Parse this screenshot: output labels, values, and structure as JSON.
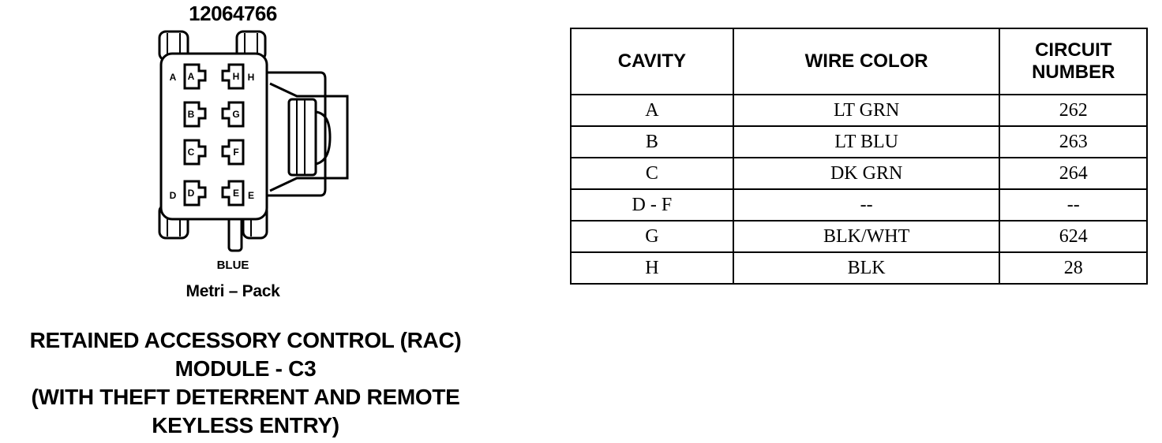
{
  "diagram": {
    "part_number": "12064766",
    "connector_color": "BLUE",
    "connector_family": "Metri – Pack",
    "cavity_letters": {
      "left": [
        "A",
        "B",
        "C",
        "D"
      ],
      "right": [
        "H",
        "G",
        "F",
        "E"
      ],
      "outside_left": [
        "A",
        "D"
      ],
      "outside_right": [
        "H",
        "E"
      ]
    },
    "title_lines": [
      "RETAINED ACCESSORY CONTROL (RAC)",
      "MODULE - C3",
      "(WITH THEFT DETERRENT AND REMOTE",
      "KEYLESS ENTRY)"
    ]
  },
  "table": {
    "headers": {
      "cavity": "CAVITY",
      "wire_color": "WIRE COLOR",
      "circuit_line1": "CIRCUIT",
      "circuit_line2": "NUMBER"
    },
    "rows": [
      {
        "cavity": "A",
        "wire_color": "LT GRN",
        "circuit": "262"
      },
      {
        "cavity": "B",
        "wire_color": "LT BLU",
        "circuit": "263"
      },
      {
        "cavity": "C",
        "wire_color": "DK GRN",
        "circuit": "264"
      },
      {
        "cavity": "D - F",
        "wire_color": "--",
        "circuit": "--"
      },
      {
        "cavity": "G",
        "wire_color": "BLK/WHT",
        "circuit": "624"
      },
      {
        "cavity": "H",
        "wire_color": "BLK",
        "circuit": "28"
      }
    ]
  }
}
